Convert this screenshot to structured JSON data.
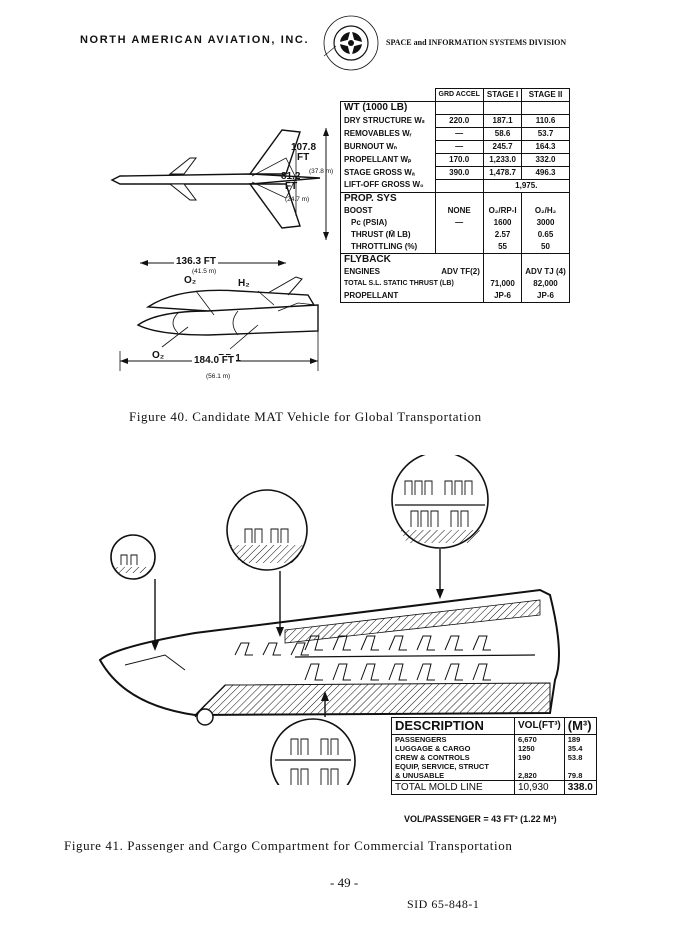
{
  "header": {
    "company": "NORTH AMERICAN AVIATION, INC.",
    "division": "SPACE and INFORMATION SYSTEMS DIVISION"
  },
  "figure40": {
    "caption": "Figure 40.  Candidate MAT Vehicle for Global Transportation",
    "dims": {
      "span_ft": "107.8",
      "span_ft_unit": "FT",
      "span_m": "(37.8 m)",
      "inner_ft": "81.2",
      "inner_ft_unit": "FT",
      "inner_m": "(24.7 m)",
      "upper_len": "136.3 FT",
      "upper_len_m": "(41.5 m)",
      "total_len": "184.0 FT",
      "total_len_m": "(56.1 m)",
      "o2_top": "O₂",
      "h2": "H₂",
      "o2_bottom": "O₂",
      "rp1": "RP-1"
    },
    "table": {
      "cols": [
        "GRD ACCEL",
        "STAGE I",
        "STAGE II"
      ],
      "wt_header": "WT (1000 LB)",
      "wt_rows": [
        {
          "label": "DRY STRUCTURE Wₛ",
          "grd": "220.0",
          "s1": "187.1",
          "s2": "110.6"
        },
        {
          "label": "REMOVABLES  Wᵣ",
          "grd": "—",
          "s1": "58.6",
          "s2": "53.7"
        },
        {
          "label": "BURNOUT      Wₙ",
          "grd": "—",
          "s1": "245.7",
          "s2": "164.3"
        },
        {
          "label": "PROPELLANT  Wₚ",
          "grd": "170.0",
          "s1": "1,233.0",
          "s2": "332.0"
        },
        {
          "label": "STAGE GROSS  Wₐ",
          "grd": "390.0",
          "s1": "1,478.7",
          "s2": "496.3"
        }
      ],
      "liftoff_label": "LIFT-OFF GROSS W₀",
      "liftoff_value": "1,975.",
      "prop_header": "PROP. SYS",
      "boost_label": "BOOST",
      "boost_grd": "NONE",
      "boost_s1": "O₂/RP-I",
      "boost_s2": "O₂/H₂",
      "pc_label": "Pᴄ (PSIA)",
      "pc_grd": "—",
      "pc_s1": "1600",
      "pc_s2": "3000",
      "thrust_label": "THRUST (M̄ LB)",
      "thrust_s1": "2.57",
      "thrust_s2": "0.65",
      "throttling_label": "THROTTLING (%)",
      "throttling_s1": "55",
      "throttling_s2": "50",
      "flyback_header": "FLYBACK",
      "engines_label": "ENGINES",
      "engines_grd": "ADV TF(2)",
      "engines_s2": "ADV TJ (4)",
      "static_label": "TOTAL S.L. STATIC THRUST (LB)",
      "static_s1": "71,000",
      "static_s2": "82,000",
      "propellant_label": "PROPELLANT",
      "propellant_s1": "JP-6",
      "propellant_s2": "JP-6"
    }
  },
  "figure41": {
    "caption": "Figure 41.  Passenger and Cargo Compartment for Commercial Transportation",
    "table": {
      "h_desc": "DESCRIPTION",
      "h_vol": "VOL(FT³)",
      "h_m3": "(M³)",
      "rows": [
        {
          "label": "PASSENGERS",
          "vol": "6,670",
          "m3": "189"
        },
        {
          "label": "LUGGAGE & CARGO",
          "vol": "1250",
          "m3": "35.4"
        },
        {
          "label": "CREW & CONTROLS",
          "vol": "190",
          "m3": "53.8"
        },
        {
          "label": "EQUIP, SERVICE, STRUCT",
          "vol": "",
          "m3": ""
        },
        {
          "label": "& UNUSABLE",
          "vol": "2,820",
          "m3": "79.8"
        }
      ],
      "total_label": "TOTAL MOLD LINE",
      "total_vol": "10,930",
      "total_m3": "338.0",
      "per_passenger": "VOL/PASSENGER = 43 FT³  (1.22 M³)"
    }
  },
  "footer": {
    "page": "- 49 -",
    "doc_id": "SID 65-848-1"
  }
}
